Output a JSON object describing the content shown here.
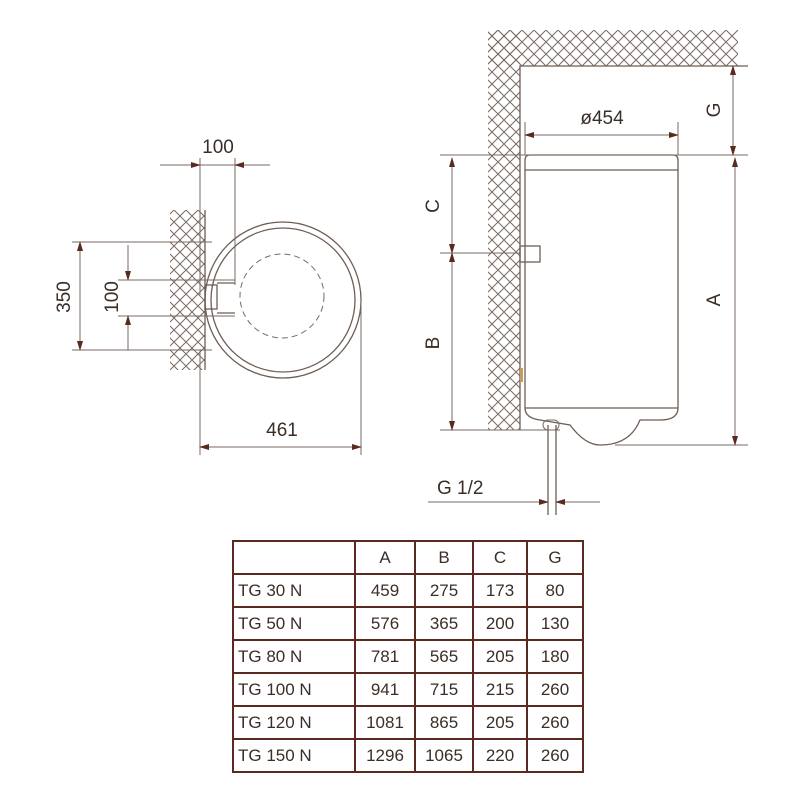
{
  "top_view": {
    "dim_top": "100",
    "dim_left_outer": "350",
    "dim_left_inner": "100",
    "dim_bottom": "461"
  },
  "side_view": {
    "diameter": "ø454",
    "dim_g": "G",
    "dim_a": "A",
    "dim_c": "C",
    "dim_b": "B",
    "pipe_thread": "G 1/2"
  },
  "table": {
    "headers": [
      "",
      "A",
      "B",
      "C",
      "G"
    ],
    "rows": [
      [
        "TG 30 N",
        "459",
        "275",
        "173",
        "80"
      ],
      [
        "TG 50 N",
        "576",
        "365",
        "200",
        "130"
      ],
      [
        "TG 80 N",
        "781",
        "565",
        "205",
        "180"
      ],
      [
        "TG 100 N",
        "941",
        "715",
        "215",
        "260"
      ],
      [
        "TG 120 N",
        "1081",
        "865",
        "205",
        "260"
      ],
      [
        "TG 150 N",
        "1296",
        "1065",
        "220",
        "260"
      ]
    ]
  }
}
